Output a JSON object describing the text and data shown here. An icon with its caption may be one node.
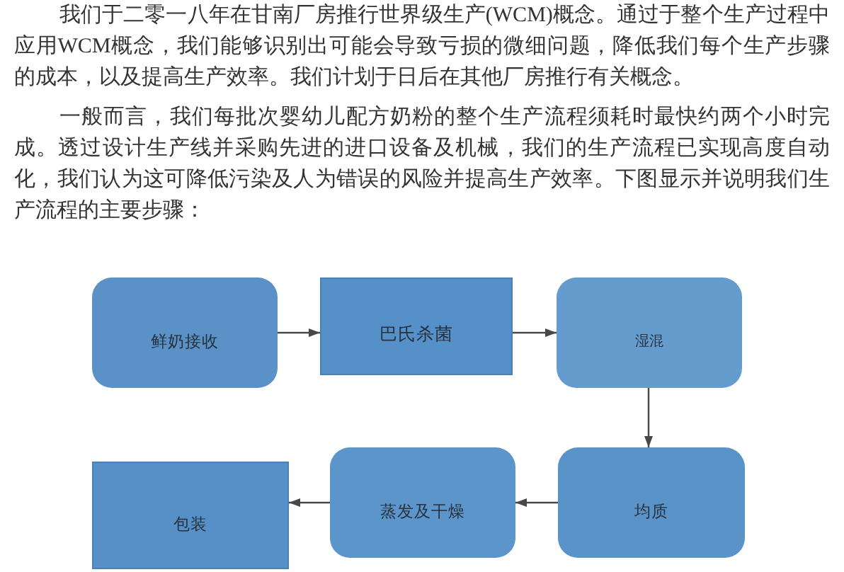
{
  "diagram": {
    "nodes": [
      {
        "text": [
          "鲜奶接收"
        ]
      },
      {
        "text": [
          "巴氏杀菌"
        ]
      },
      {
        "text": [
          "湿混"
        ]
      },
      {
        "text": [
          "均质"
        ]
      },
      {
        "text": [
          "蒸发及干燥"
        ]
      },
      {
        "text": [
          "包装"
        ]
      }
    ],
    "edges": [
      {
        "from": 0,
        "to": 1,
        "arrow": "to"
      },
      {
        "from": 1,
        "to": 2,
        "arrow": "to"
      },
      {
        "from": 2,
        "to": 3,
        "arrow": "to"
      },
      {
        "from": 3,
        "to": 4,
        "arrow": "to"
      },
      {
        "from": 4,
        "to": 5,
        "arrow": "to"
      }
    ],
    "labels": [
      "我们于二零一八年在甘南厂房推行世界级生产(WCM)概念。通过于整个生产过程中应用WCM概念，我们能够识别出可能会导致亏损的微细问题，降低我们每个生产步骤的成本，以及提高生产效率。我们计划于日后在其他厂房推行有关概念。",
      "一般而言，我们每批次婴幼儿配方奶粉的整个生产流程须耗时最快约两个小时完成。透过设计生产线并采购先进的进口设备及机械，我们的生产流程已实现高度自动化，我们认为这可降低污染及人为错误的风险并提高生产效率。下图显示并说明我们生产流程的主要步骤："
    ]
  }
}
